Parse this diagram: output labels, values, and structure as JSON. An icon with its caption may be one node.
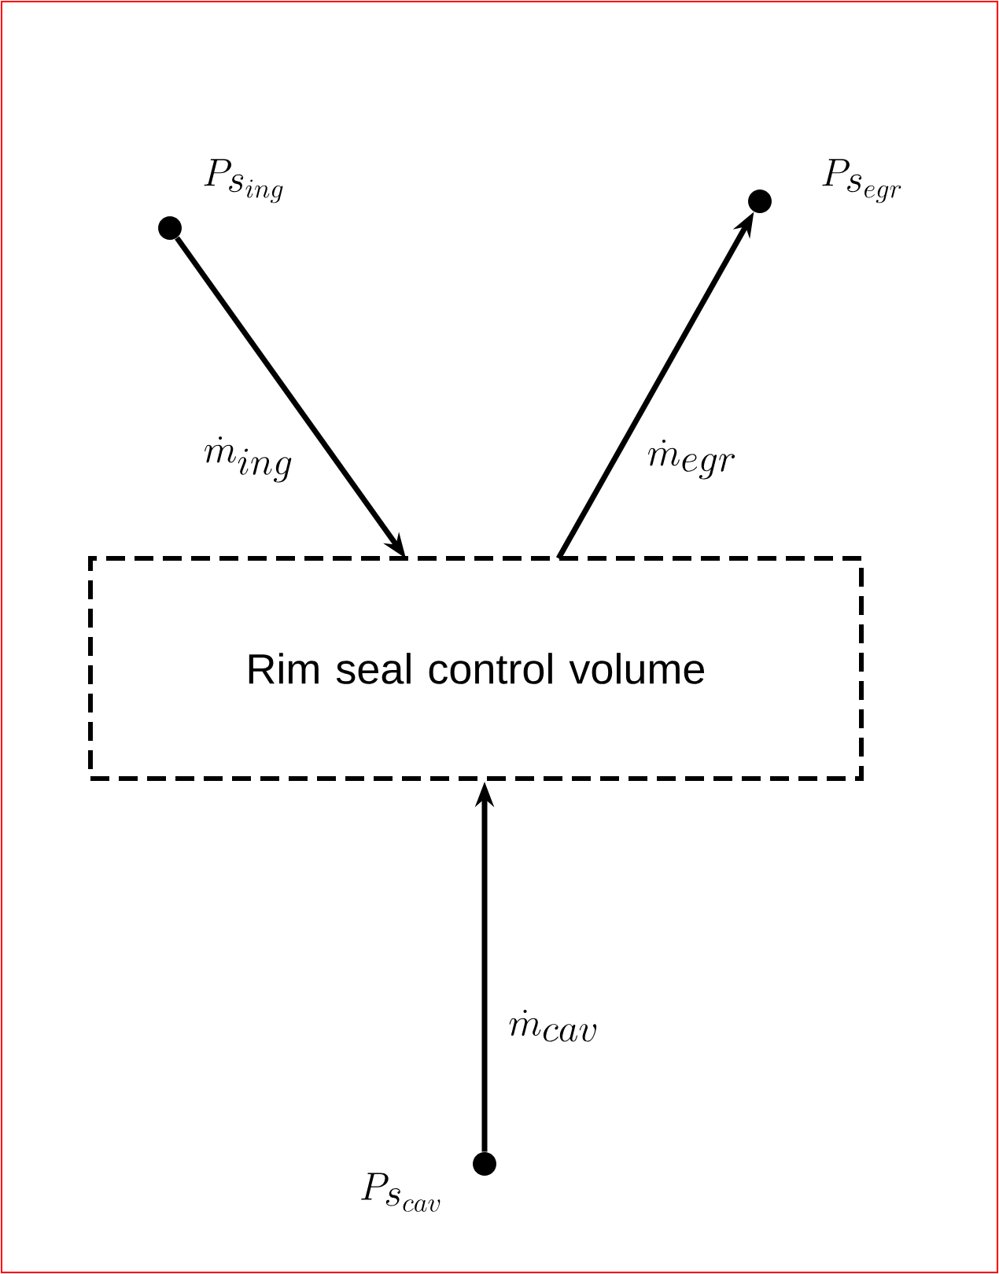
{
  "diagram": {
    "nodes": [
      {
        "text": [
          "Rim seal control volume"
        ]
      },
      {
        "text": [],
        "shape": "circle",
        "beside": [
          "P_{s_{ing}}"
        ]
      },
      {
        "text": [],
        "shape": "circle",
        "beside": [
          "P_{s_{egr}}"
        ]
      },
      {
        "text": [],
        "shape": "circle",
        "beside": [
          "P_{s_{cav}}"
        ]
      }
    ],
    "edges": [
      {
        "from": 1,
        "to": 0,
        "arrow": "to",
        "label": "\\dot{m}_{ing}"
      },
      {
        "from": 0,
        "to": 2,
        "arrow": "to",
        "label": "\\dot{m}_{egr}"
      },
      {
        "from": 3,
        "to": 0,
        "arrow": "to",
        "label": "\\dot{m}_{cav}"
      }
    ]
  }
}
